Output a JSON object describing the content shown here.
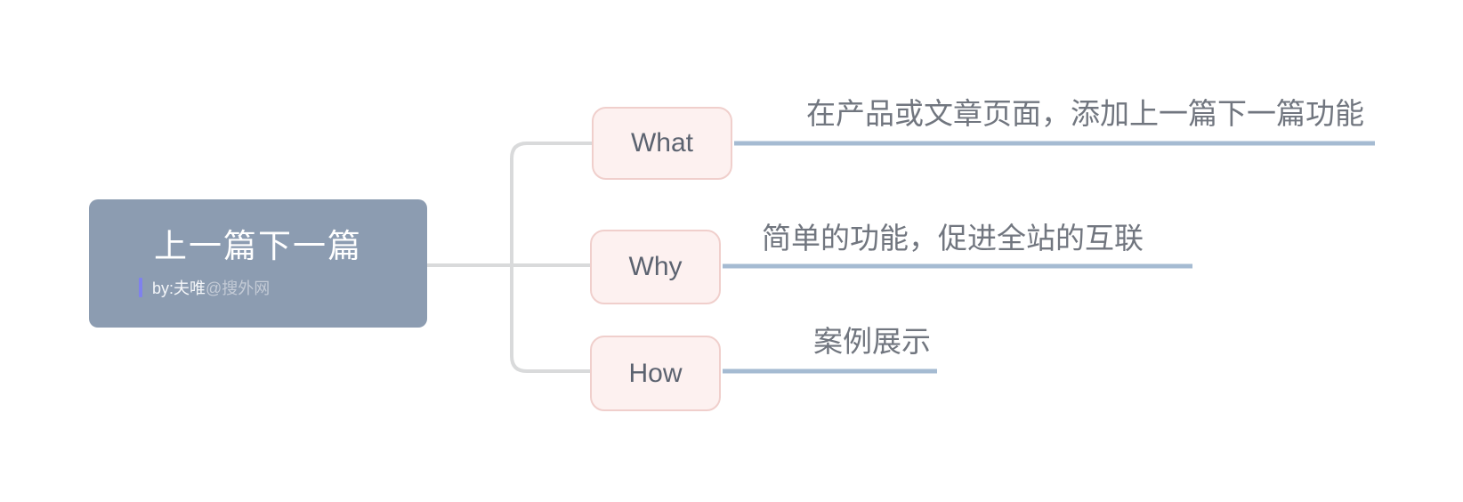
{
  "root_node": {
    "title": "上一篇下一篇",
    "byline_author": "by:夫唯",
    "byline_site": "@搜外网"
  },
  "branches": [
    {
      "label": "What",
      "note": "在产品或文章页面，添加上一篇下一篇功能"
    },
    {
      "label": "Why",
      "note": "简单的功能，促进全站的互联"
    },
    {
      "label": "How",
      "note": "案例展示"
    }
  ],
  "colors": {
    "root_fill": "#8c9cb1",
    "root_title_text": "#ffffff",
    "byline_accent_bar": "#7f81ee",
    "byline_site_text": "#c4cbd6",
    "branch_node_fill": "#fdf1f0",
    "branch_node_border": "#f0cfcc",
    "branch_label_text": "#5c6370",
    "note_text": "#71767f",
    "connector_gray": "#d9dadb",
    "branch_line_blue": "#a5bbd2",
    "background": "#ffffff"
  }
}
